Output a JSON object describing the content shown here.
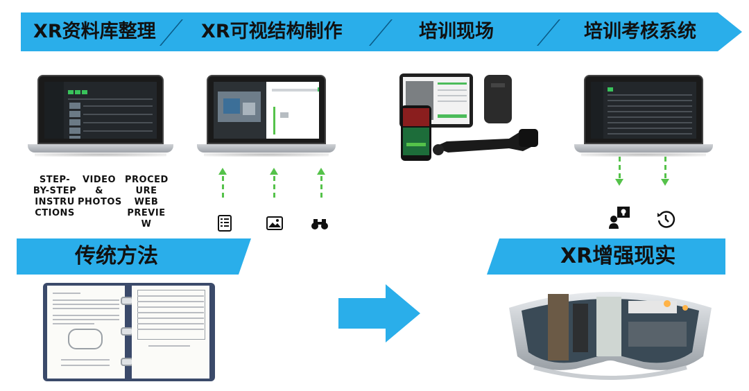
{
  "top_banner": {
    "stages": [
      "XR资料库整理",
      "XR可视结构制作",
      "培训现场",
      "培训考核系统"
    ]
  },
  "feature_labels": {
    "step_by_step": "STEP-\nBY-STEP\nINSTRU\nCTIONS",
    "video_photos": "VIDEO &\nPHOTOS",
    "procedure_preview": "PROCED\nURE\nWEB\nPREVIE\nW"
  },
  "sections": {
    "traditional": "传统方法",
    "xr": "XR增强现实"
  },
  "icons": {
    "checklist": "checklist-icon",
    "image": "image-icon",
    "binoculars": "binoculars-icon",
    "presenter": "presenter-idea-icon",
    "history": "clock-history-icon"
  },
  "colors": {
    "banner": "#2aaeea",
    "arrow_green": "#55c24a",
    "text": "#111111"
  }
}
